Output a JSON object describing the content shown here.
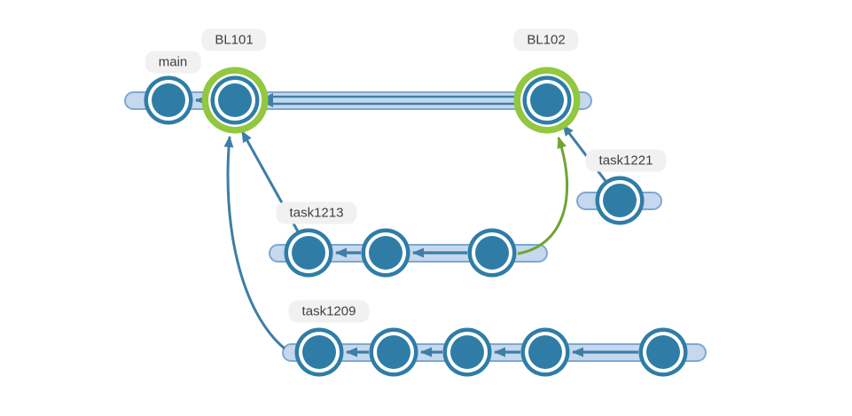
{
  "diagram": {
    "type": "git-branch-graph",
    "labels": {
      "main": "main",
      "bl101": "BL101",
      "bl102": "BL102",
      "task1221": "task1221",
      "task1213": "task1213",
      "task1209": "task1209"
    },
    "tracks": [
      {
        "name": "main line",
        "commit_count": 3,
        "highlighted_commits": [
          "BL101",
          "BL102"
        ]
      },
      {
        "name": "task1221",
        "commit_count": 1
      },
      {
        "name": "task1213",
        "commit_count": 3
      },
      {
        "name": "task1209",
        "commit_count": 5
      }
    ],
    "edges": [
      {
        "from": "BL102",
        "to": "BL101",
        "style": "double-line-arrow",
        "color": "#3e7ea6"
      },
      {
        "from": "BL101",
        "to": "main",
        "style": "arrow",
        "color": "#3e7ea6"
      },
      {
        "from": "task1213",
        "to": "BL101",
        "style": "branch-pointer",
        "color": "#3e7ea6"
      },
      {
        "from": "task1209",
        "to": "BL101",
        "style": "branch-pointer-curve",
        "color": "#3e7ea6"
      },
      {
        "from": "task1221",
        "to": "BL102",
        "style": "branch-pointer",
        "color": "#3e7ea6"
      },
      {
        "from": "task1213",
        "to": "BL102",
        "style": "merge-pointer-curve",
        "color": "#6fa434"
      }
    ]
  },
  "colors": {
    "commit_node": "#2f7da7",
    "track_fill": "#c5d8ee",
    "track_border": "#7fa8cf",
    "highlight_ring": "#92c73f",
    "merge_line": "#6fa434",
    "arrow": "#3e7ea6",
    "label_background": "#f1f1f1",
    "label_text": "#414141",
    "page_background": "#ffffff"
  }
}
